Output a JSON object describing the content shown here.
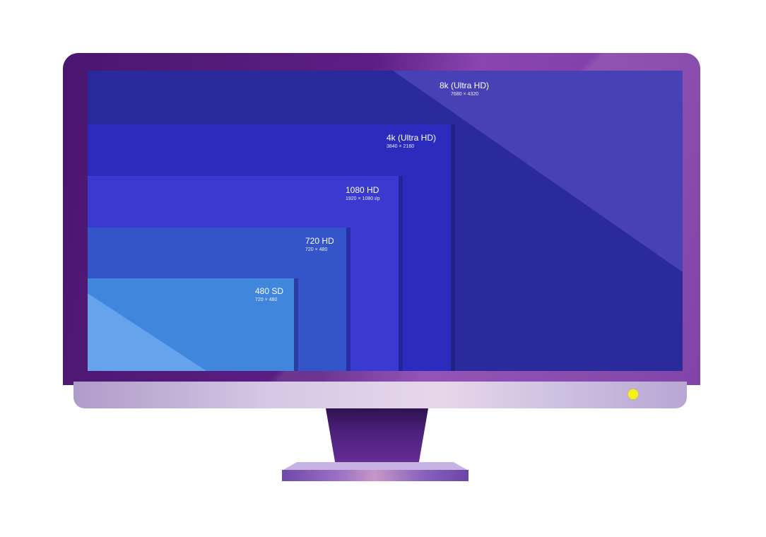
{
  "resolutions": [
    {
      "name": "8k (Ultra HD)",
      "dims": "7680 × 4320"
    },
    {
      "name": "4k (Ultra HD)",
      "dims": "3840 × 2160"
    },
    {
      "name": "1080 HD",
      "dims": "1920 × 1080 i/p"
    },
    {
      "name": "720 HD",
      "dims": "720 × 480"
    },
    {
      "name": "480 SD",
      "dims": "720 × 480"
    }
  ],
  "colors": {
    "bezel": "#5d1f85",
    "screen_8k": "#2a2a9c",
    "screen_4k": "#2b2bbd",
    "screen_1080": "#3a3ad0",
    "screen_720": "#3355c9",
    "screen_480": "#3f86dc",
    "power_led": "#f5f212"
  }
}
